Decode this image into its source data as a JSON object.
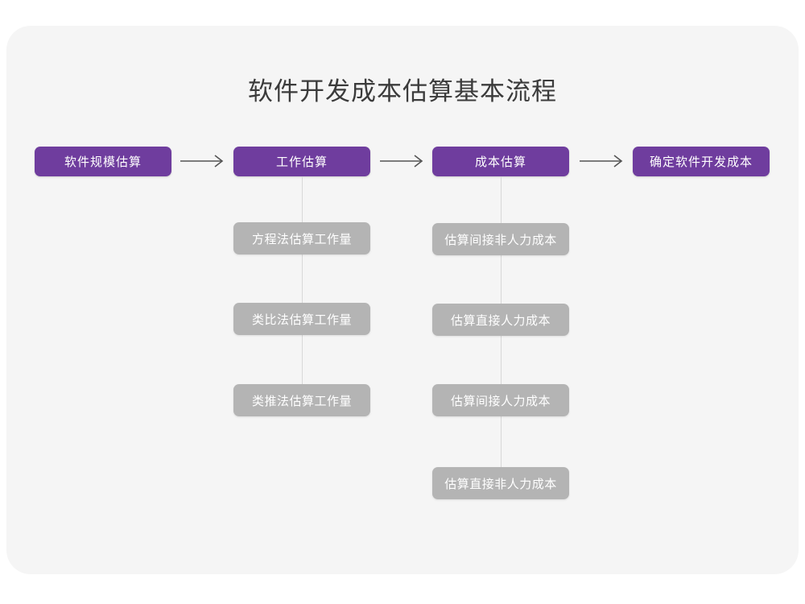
{
  "page": {
    "title": "软件开发成本估算基本流程",
    "background": "#ffffff",
    "card_background": "#f5f5f5"
  },
  "colors": {
    "primary": "#6f3d9e",
    "secondary": "#b4b4b4",
    "title_text": "#3b3b3b",
    "node_text": "#ffffff",
    "connector": "#d8d8d8",
    "arrow": "#555555"
  },
  "chart_data": {
    "type": "diagram",
    "title": "软件开发成本估算基本流程",
    "orientation": "left-to-right with vertical sub-branches",
    "main_flow": [
      {
        "id": "n1",
        "label": "软件规模估算",
        "level": "primary",
        "children": []
      },
      {
        "id": "n2",
        "label": "工作估算",
        "level": "primary",
        "children": [
          "方程法估算工作量",
          "类比法估算工作量",
          "类推法估算工作量"
        ]
      },
      {
        "id": "n3",
        "label": "成本估算",
        "level": "primary",
        "children": [
          "估算间接非人力成本",
          "估算直接人力成本",
          "估算间接人力成本",
          "估算直接非人力成本"
        ]
      },
      {
        "id": "n4",
        "label": "确定软件开发成本",
        "level": "primary",
        "children": []
      }
    ],
    "connectors": [
      {
        "from": "n1",
        "to": "n2",
        "kind": "arrow",
        "symbol": "→"
      },
      {
        "from": "n2",
        "to": "n3",
        "kind": "arrow",
        "symbol": "→"
      },
      {
        "from": "n3",
        "to": "n4",
        "kind": "arrow",
        "symbol": "→"
      },
      {
        "from": "n2",
        "to": "n2-children",
        "kind": "vertical-line"
      },
      {
        "from": "n3",
        "to": "n3-children",
        "kind": "vertical-line"
      }
    ]
  },
  "nodes": {
    "main": [
      {
        "label": "软件规模估算"
      },
      {
        "label": "工作估算"
      },
      {
        "label": "成本估算"
      },
      {
        "label": "确定软件开发成本"
      }
    ],
    "branch_effort": [
      {
        "label": "方程法估算工作量"
      },
      {
        "label": "类比法估算工作量"
      },
      {
        "label": "类推法估算工作量"
      }
    ],
    "branch_cost": [
      {
        "label": "估算间接非人力成本"
      },
      {
        "label": "估算直接人力成本"
      },
      {
        "label": "估算间接人力成本"
      },
      {
        "label": "估算直接非人力成本"
      }
    ]
  }
}
